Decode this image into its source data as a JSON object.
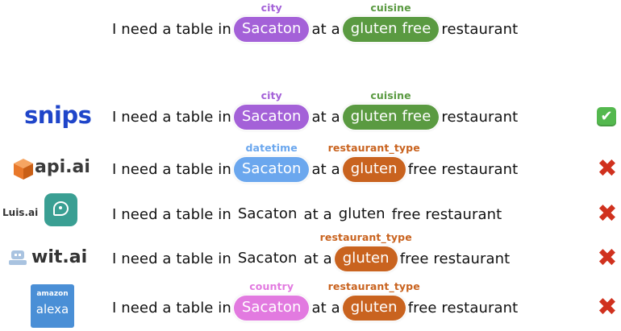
{
  "colors": {
    "city": "#a461d8",
    "cuisine": "#5a9a41",
    "datetime": "#6ba7ee",
    "restaurant_type": "#c9631f",
    "country": "#e27ae0",
    "cross": "#d0311e",
    "check": "#54b84e"
  },
  "example": {
    "t1": "I need a table in",
    "city_tag": "city",
    "city_value": "Sacaton",
    "t2": "at a",
    "cuisine_tag": "cuisine",
    "cuisine_value": "gluten free",
    "t3": "restaurant"
  },
  "providers": [
    {
      "name": "snips",
      "logo_text": "snips",
      "status": "correct",
      "status_icon": "check-icon",
      "sentence": {
        "t1": "I need a table in",
        "s1_tag": "city",
        "s1_value": "Sacaton",
        "t2": "at a",
        "s2_tag": "cuisine",
        "s2_value": "gluten free",
        "t3": "restaurant"
      }
    },
    {
      "name": "api.ai",
      "logo_text": "api.ai",
      "status": "incorrect",
      "status_icon": "cross-icon",
      "sentence": {
        "t1": "I need a table in",
        "s1_tag": "datetime",
        "s1_value": "Sacaton",
        "t2": "at a",
        "s2_tag": "restaurant_type",
        "s2_value": "gluten",
        "t3": "free restaurant"
      }
    },
    {
      "name": "Luis.ai",
      "logo_text": "Luis.ai",
      "status": "incorrect",
      "status_icon": "cross-icon",
      "sentence": {
        "t1": "I need a table in",
        "s1_value": "Sacaton",
        "t2": "at a",
        "s2_value": "gluten",
        "t3": "free restaurant"
      }
    },
    {
      "name": "wit.ai",
      "logo_text": "wit.ai",
      "status": "incorrect",
      "status_icon": "cross-icon",
      "sentence": {
        "t1": "I need a table in",
        "s1_value": "Sacaton",
        "t2": "at a",
        "s2_tag": "restaurant_type",
        "s2_value": "gluten",
        "t3": "free restaurant"
      }
    },
    {
      "name": "amazon alexa",
      "logo_text_top": "amazon",
      "logo_text_bottom": "alexa",
      "status": "incorrect",
      "status_icon": "cross-icon",
      "sentence": {
        "t1": "I need a table in",
        "s1_tag": "country",
        "s1_value": "Sacaton",
        "t2": "at a",
        "s2_tag": "restaurant_type",
        "s2_value": "gluten",
        "t3": "free restaurant"
      }
    }
  ]
}
